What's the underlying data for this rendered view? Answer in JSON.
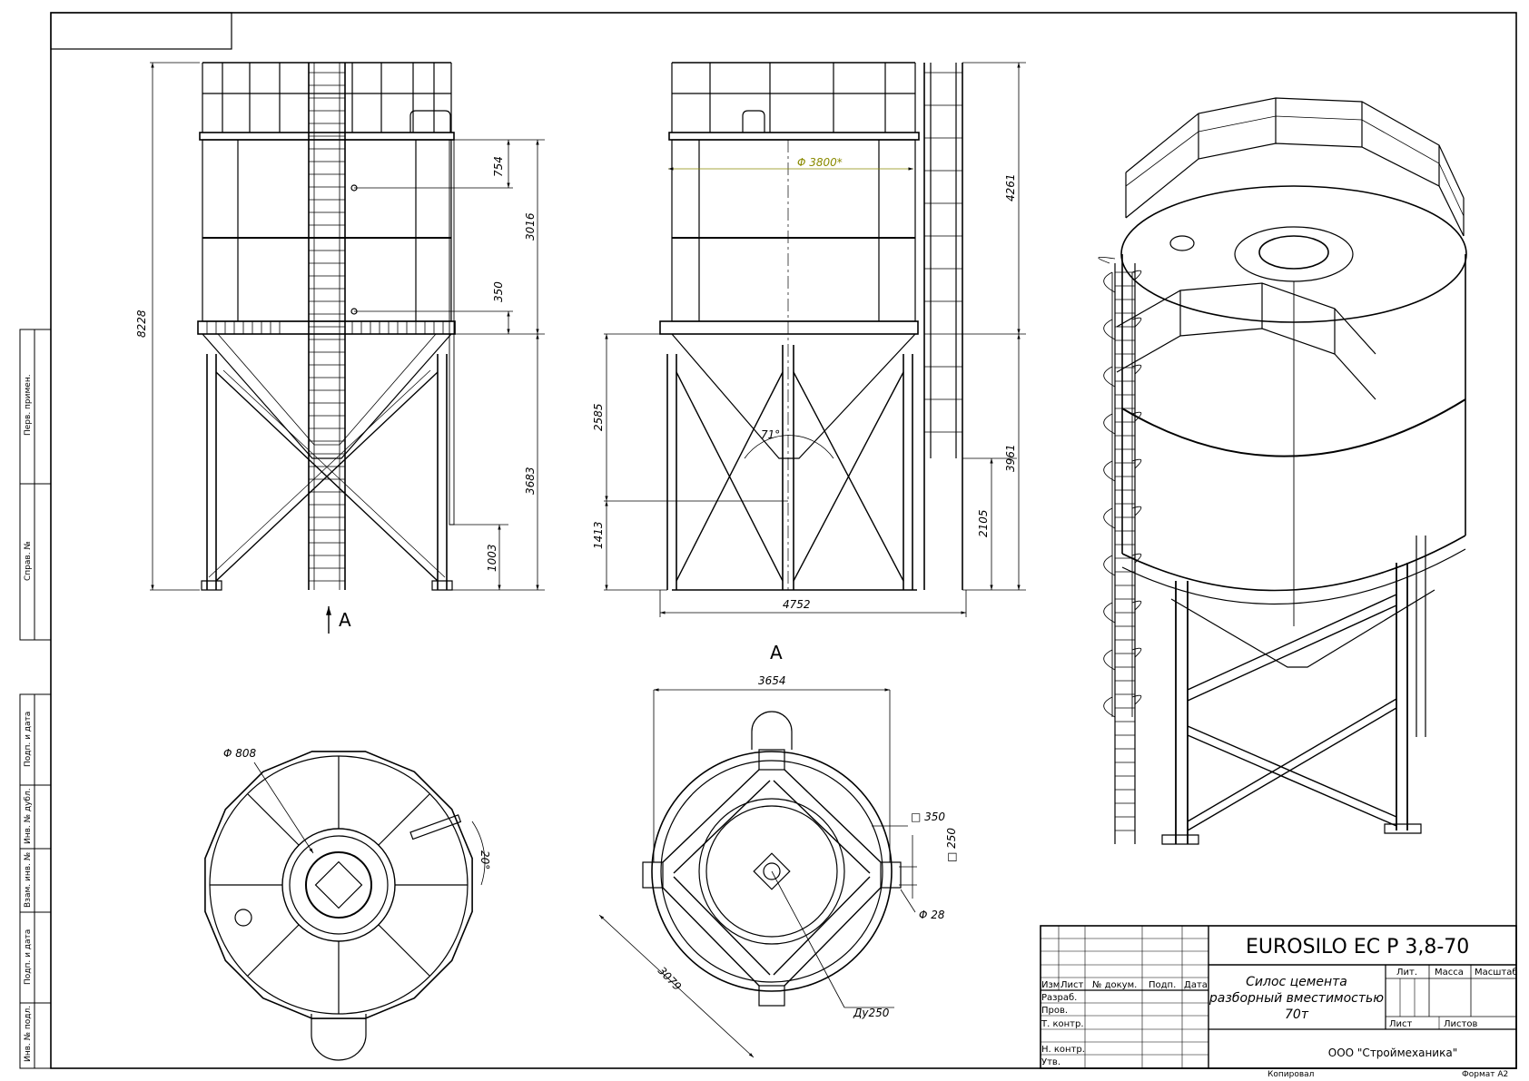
{
  "drawing": {
    "title": "EUROSILO EC P 3,8-70",
    "subtitle_lines": [
      "Силос цемента",
      "разборный вместимостью",
      "70т"
    ],
    "company": "ООО \"Строймеханика\"",
    "format": "Формат А2",
    "copied_by": "Копировал"
  },
  "title_block": {
    "rev_headers": [
      "Изм.",
      "Лист",
      "№ докум.",
      "Подп.",
      "Дата"
    ],
    "roles": [
      "Разраб.",
      "Пров.",
      "Т. контр.",
      "Н. контр.",
      "Утв."
    ],
    "lit": "Лит.",
    "mass": "Масса",
    "scale": "Масштаб",
    "sheet": "Лист",
    "sheets": "Листов"
  },
  "side_stamps": [
    "Перв. примен.",
    "Справ. №",
    "Подп. и дата",
    "Инв. № дубл.",
    "Взам. инв. №",
    "Подп. и дата",
    "Инв. № подл."
  ],
  "views": {
    "front": {
      "dims": {
        "total_h": "8228",
        "d754": "754",
        "d3016": "3016",
        "d350": "350",
        "d3683": "3683",
        "d1003": "1003"
      },
      "view_arrow": "A"
    },
    "side": {
      "dims": {
        "diameter": "Φ 3800*",
        "d4261": "4261",
        "d2585": "2585",
        "d1413": "1413",
        "d3961": "3961",
        "d2105": "2105",
        "width": "4752",
        "angle": "71°"
      }
    },
    "view_a": {
      "label": "A",
      "dims": {
        "d3654": "3654",
        "d3079": "3079",
        "sq350": "□ 350",
        "sq250": "□ 250",
        "d28": "Φ 28",
        "du250": "Ду250"
      }
    },
    "top": {
      "dims": {
        "d808": "Φ 808",
        "angle20": "20°"
      }
    }
  }
}
